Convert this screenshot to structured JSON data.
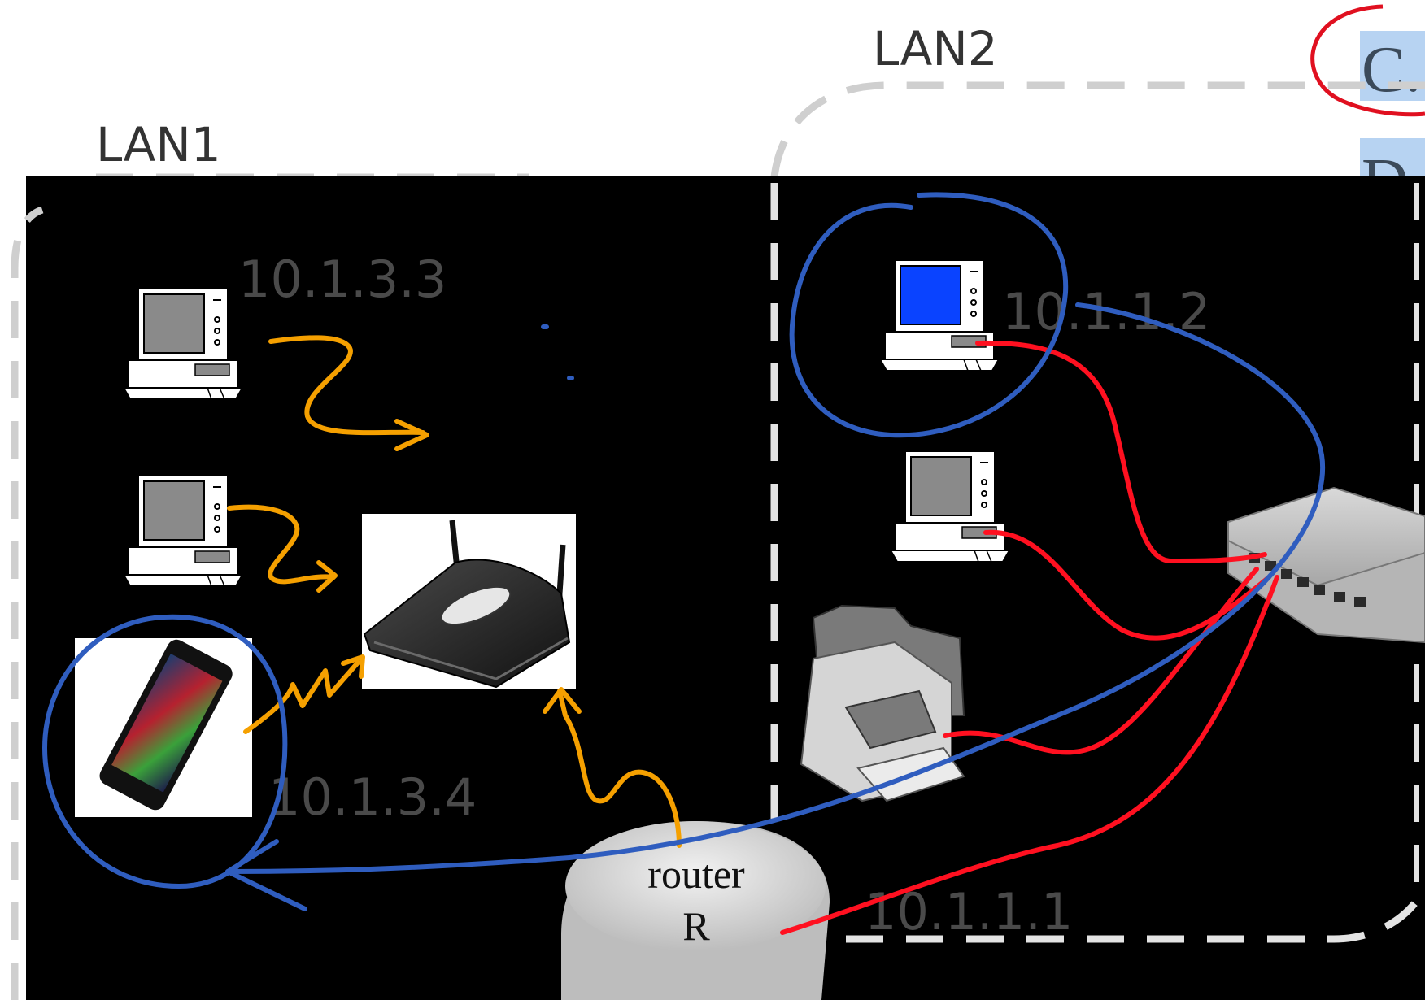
{
  "lans": {
    "lan1": "LAN1",
    "lan2": "LAN2"
  },
  "addresses": {
    "host_top_left": "10.1.3.3",
    "host_blue": "10.1.1.2",
    "phone": "10.1.3.4",
    "router_lan2": "10.1.1.1"
  },
  "router": {
    "line1": "router",
    "line2": "R"
  },
  "slide_fragment": {
    "letter_c": "C.",
    "letter_d": "D"
  },
  "colors": {
    "background": "#000000",
    "lan_border": "#cfcfcf",
    "wireless_annotation": "#f5a000",
    "highlight_annotation": "#2f5dbf",
    "wired_annotation": "#ff1020",
    "selected_screen": "#0a43ff"
  },
  "icons": [
    "desktop-computer-icon",
    "wireless-access-point-icon",
    "smartphone-icon",
    "printer-icon",
    "ethernet-switch-icon",
    "router-icon"
  ]
}
